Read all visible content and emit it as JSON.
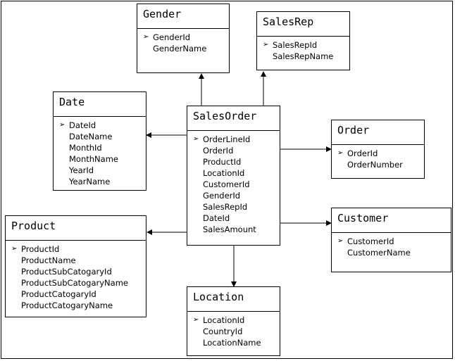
{
  "entities": {
    "gender": {
      "title": "Gender",
      "fields": [
        "GenderId",
        "GenderName"
      ]
    },
    "salesrep": {
      "title": "SalesRep",
      "fields": [
        "SalesRepId",
        "SalesRepName"
      ]
    },
    "date": {
      "title": "Date",
      "fields": [
        "DateId",
        "DateName",
        "MonthId",
        "MonthName",
        "YearId",
        "YearName"
      ]
    },
    "salesorder": {
      "title": "SalesOrder",
      "fields": [
        "OrderLineId",
        "OrderId",
        "ProductId",
        "LocationId",
        "CustomerId",
        "GenderId",
        "SalesRepId",
        "DateId",
        "SalesAmount"
      ]
    },
    "order": {
      "title": "Order",
      "fields": [
        "OrderId",
        "OrderNumber"
      ]
    },
    "product": {
      "title": "Product",
      "fields": [
        "ProductId",
        "ProductName",
        "ProductSubCatogaryId",
        "ProductSubCatogaryName",
        "ProductCatogaryId",
        "ProductCatogaryName"
      ]
    },
    "customer": {
      "title": "Customer",
      "fields": [
        "CustomerId",
        "CustomerName"
      ]
    },
    "location": {
      "title": "Location",
      "fields": [
        "LocationId",
        "CountryId",
        "LocationName"
      ]
    }
  }
}
